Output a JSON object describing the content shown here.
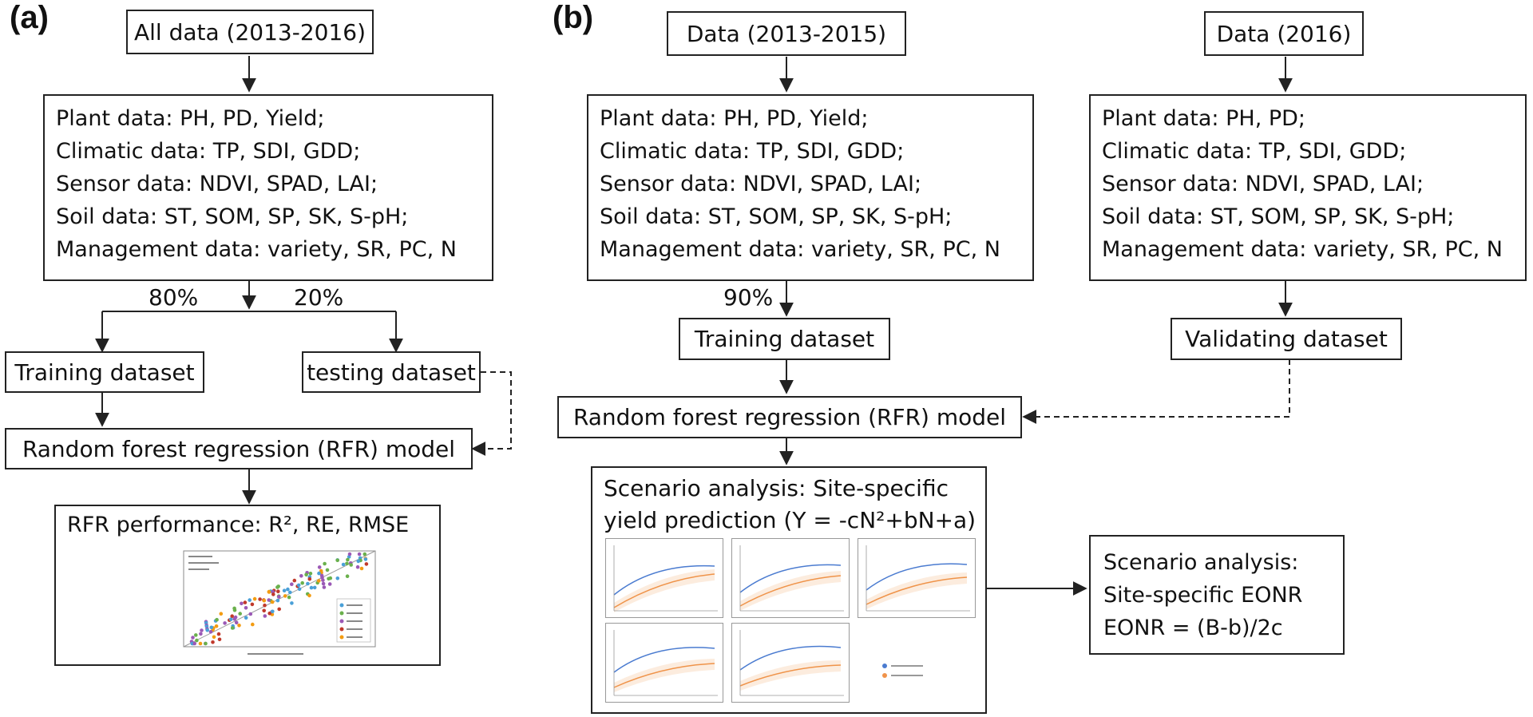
{
  "panel_a": {
    "label": "(a)",
    "top_box": "All data (2013-2016)",
    "data_lines": [
      "Plant data: PH, PD, Yield;",
      "Climatic data: TP, SDI, GDD;",
      "Sensor data: NDVI, SPAD, LAI;",
      "Soil data: ST, SOM, SP, SK, S-pH;",
      "Management data: variety, SR, PC, N"
    ],
    "split_train": "80%",
    "split_test": "20%",
    "training": "Training dataset",
    "testing": "testing dataset",
    "model": "Random forest regression (RFR) model",
    "performance_title": "RFR performance: R², RE, RMSE"
  },
  "panel_b": {
    "label": "(b)",
    "left_top": "Data (2013-2015)",
    "right_top": "Data (2016)",
    "left_lines": [
      "Plant data: PH, PD, Yield;",
      "Climatic data: TP, SDI, GDD;",
      "Sensor data: NDVI, SPAD, LAI;",
      "Soil data: ST, SOM, SP, SK, S-pH;",
      "Management data: variety, SR, PC, N"
    ],
    "right_lines": [
      "Plant data: PH, PD;",
      "Climatic data: TP, SDI, GDD;",
      "Sensor data: NDVI, SPAD, LAI;",
      "Soil data: ST, SOM, SP, SK, S-pH;",
      "Management data: variety, SR, PC, N"
    ],
    "split": "90%",
    "training": "Training dataset",
    "validating": "Validating dataset",
    "model": "Random forest regression (RFR) model",
    "scenario_line1": "Scenario analysis: Site-specific",
    "scenario_line2": "yield prediction (Y = -cN²+bN+a)",
    "eonr_lines": [
      "Scenario analysis:",
      "Site-specific EONR",
      "EONR = (B-b)/2c"
    ]
  },
  "colors": {
    "line": "#222222",
    "predicted": "#4a7bd0",
    "measured": "#f0934a"
  }
}
